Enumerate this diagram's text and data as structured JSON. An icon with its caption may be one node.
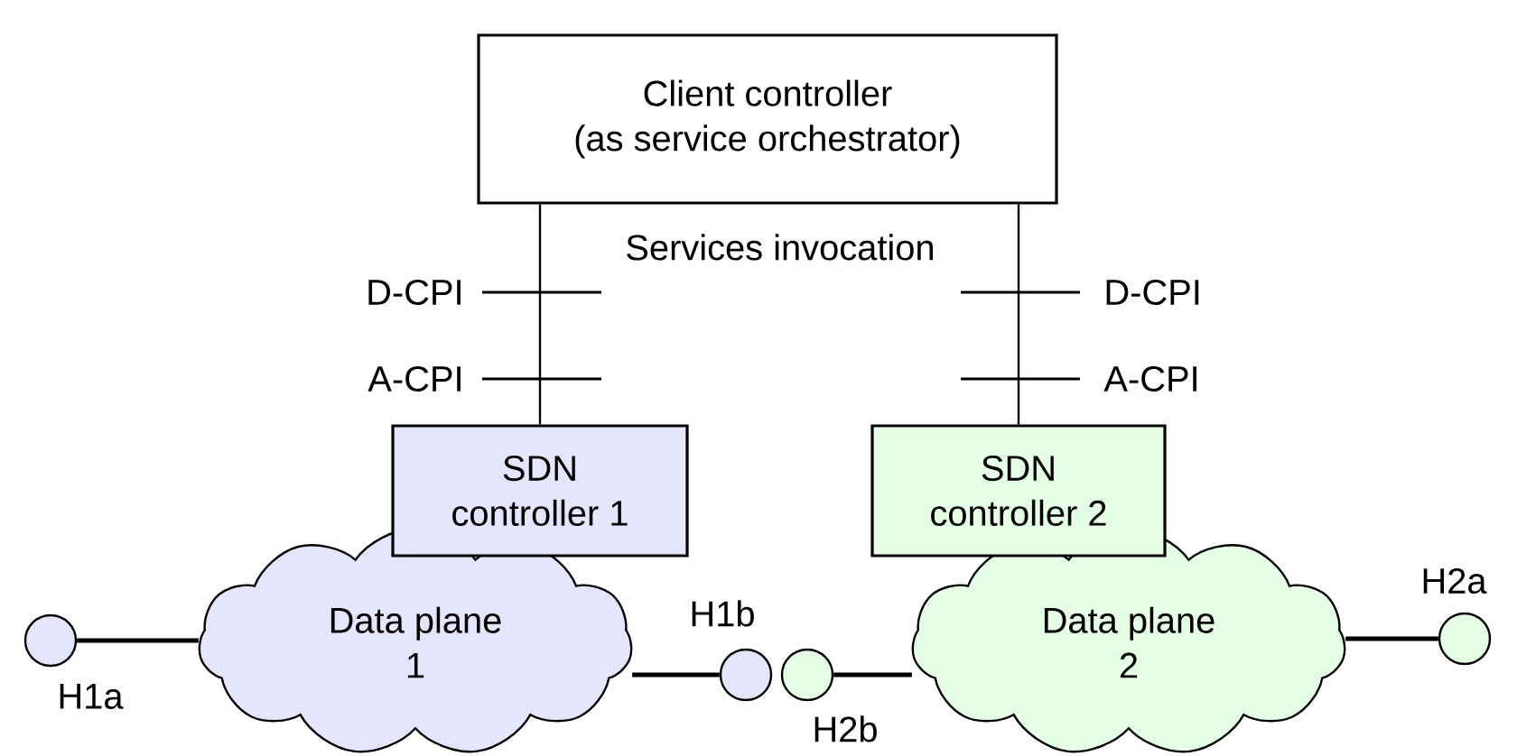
{
  "diagram": {
    "nodes": [
      {
        "text": [
          "Client controller (as service orchestrator)"
        ]
      },
      {
        "text": [
          "SDN controller 1"
        ]
      },
      {
        "text": [
          "SDN controller 2"
        ]
      },
      {
        "text": [
          "Data plane 1"
        ]
      },
      {
        "text": [
          "Data plane 2"
        ]
      },
      {
        "text": [],
        "shape": "circle",
        "beside": [
          "H1a"
        ]
      },
      {
        "text": [],
        "shape": "circle",
        "beside": [
          "H1b"
        ]
      },
      {
        "text": [],
        "shape": "circle",
        "beside": [
          "H2b"
        ]
      },
      {
        "text": [],
        "shape": "circle",
        "beside": [
          "H2a"
        ]
      }
    ],
    "edges": [
      {
        "from": 0,
        "to": 1,
        "arrow": "none"
      },
      {
        "from": 0,
        "to": 2,
        "arrow": "none"
      },
      {
        "from": 5,
        "to": 3,
        "arrow": "none"
      },
      {
        "from": 3,
        "to": 6,
        "arrow": "none"
      },
      {
        "from": 7,
        "to": 4,
        "arrow": "none"
      },
      {
        "from": 4,
        "to": 8,
        "arrow": "none"
      }
    ],
    "labels": [
      "Services invocation",
      "D-CPI",
      "A-CPI",
      "D-CPI",
      "A-CPI"
    ]
  }
}
